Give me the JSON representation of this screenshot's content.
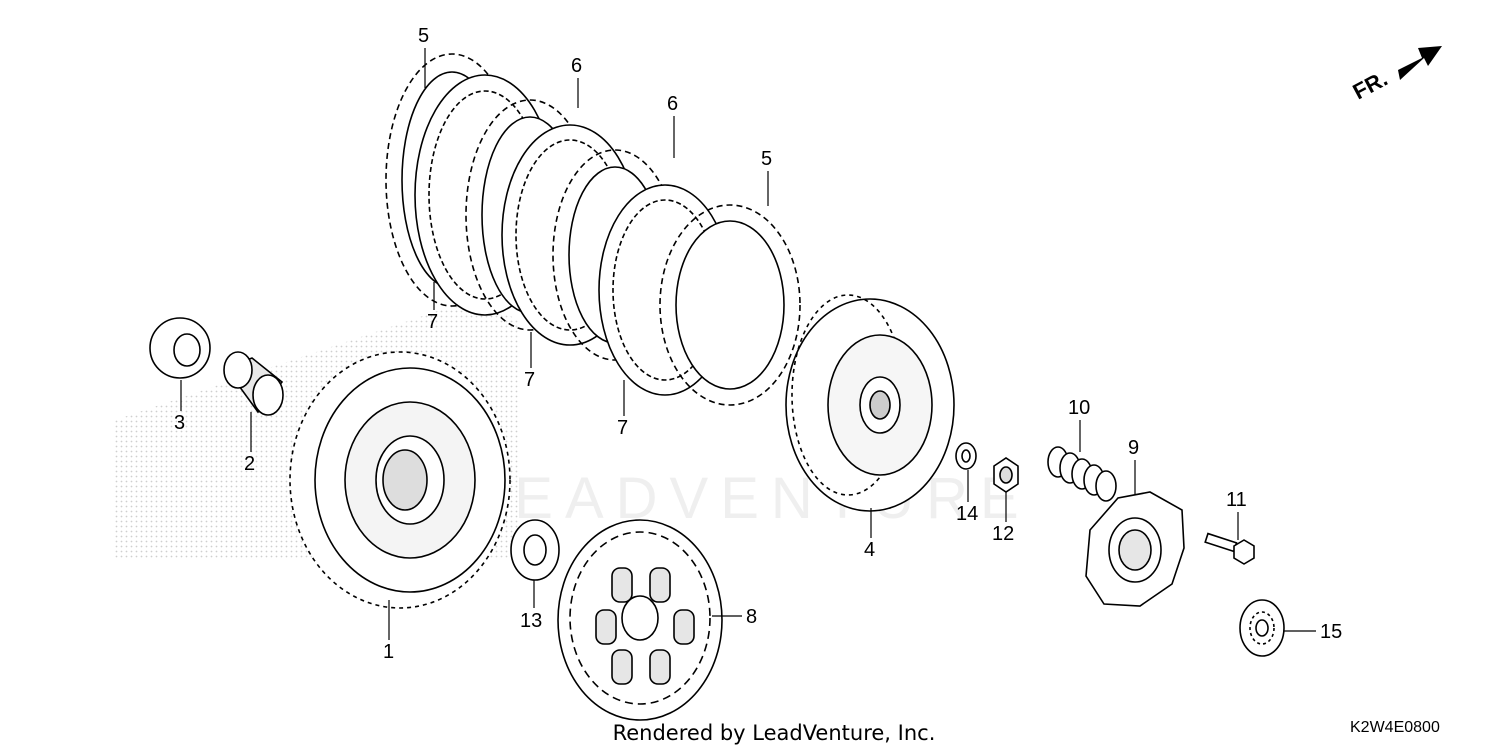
{
  "diagram": {
    "direction_label": "FR.",
    "footer_text": "Rendered by LeadVenture, Inc.",
    "diagram_code": "K2W4E0800",
    "watermark_text": "LEADVENTURE",
    "callouts": [
      {
        "id": "c5a",
        "label": "5"
      },
      {
        "id": "c6a",
        "label": "6"
      },
      {
        "id": "c6b",
        "label": "6"
      },
      {
        "id": "c5b",
        "label": "5"
      },
      {
        "id": "c7a",
        "label": "7"
      },
      {
        "id": "c7b",
        "label": "7"
      },
      {
        "id": "c7c",
        "label": "7"
      },
      {
        "id": "c3",
        "label": "3"
      },
      {
        "id": "c2",
        "label": "2"
      },
      {
        "id": "c1",
        "label": "1"
      },
      {
        "id": "c13",
        "label": "13"
      },
      {
        "id": "c8",
        "label": "8"
      },
      {
        "id": "c4",
        "label": "4"
      },
      {
        "id": "c14",
        "label": "14"
      },
      {
        "id": "c12",
        "label": "12"
      },
      {
        "id": "c10",
        "label": "10"
      },
      {
        "id": "c9",
        "label": "9"
      },
      {
        "id": "c11",
        "label": "11"
      },
      {
        "id": "c15",
        "label": "15"
      }
    ]
  }
}
